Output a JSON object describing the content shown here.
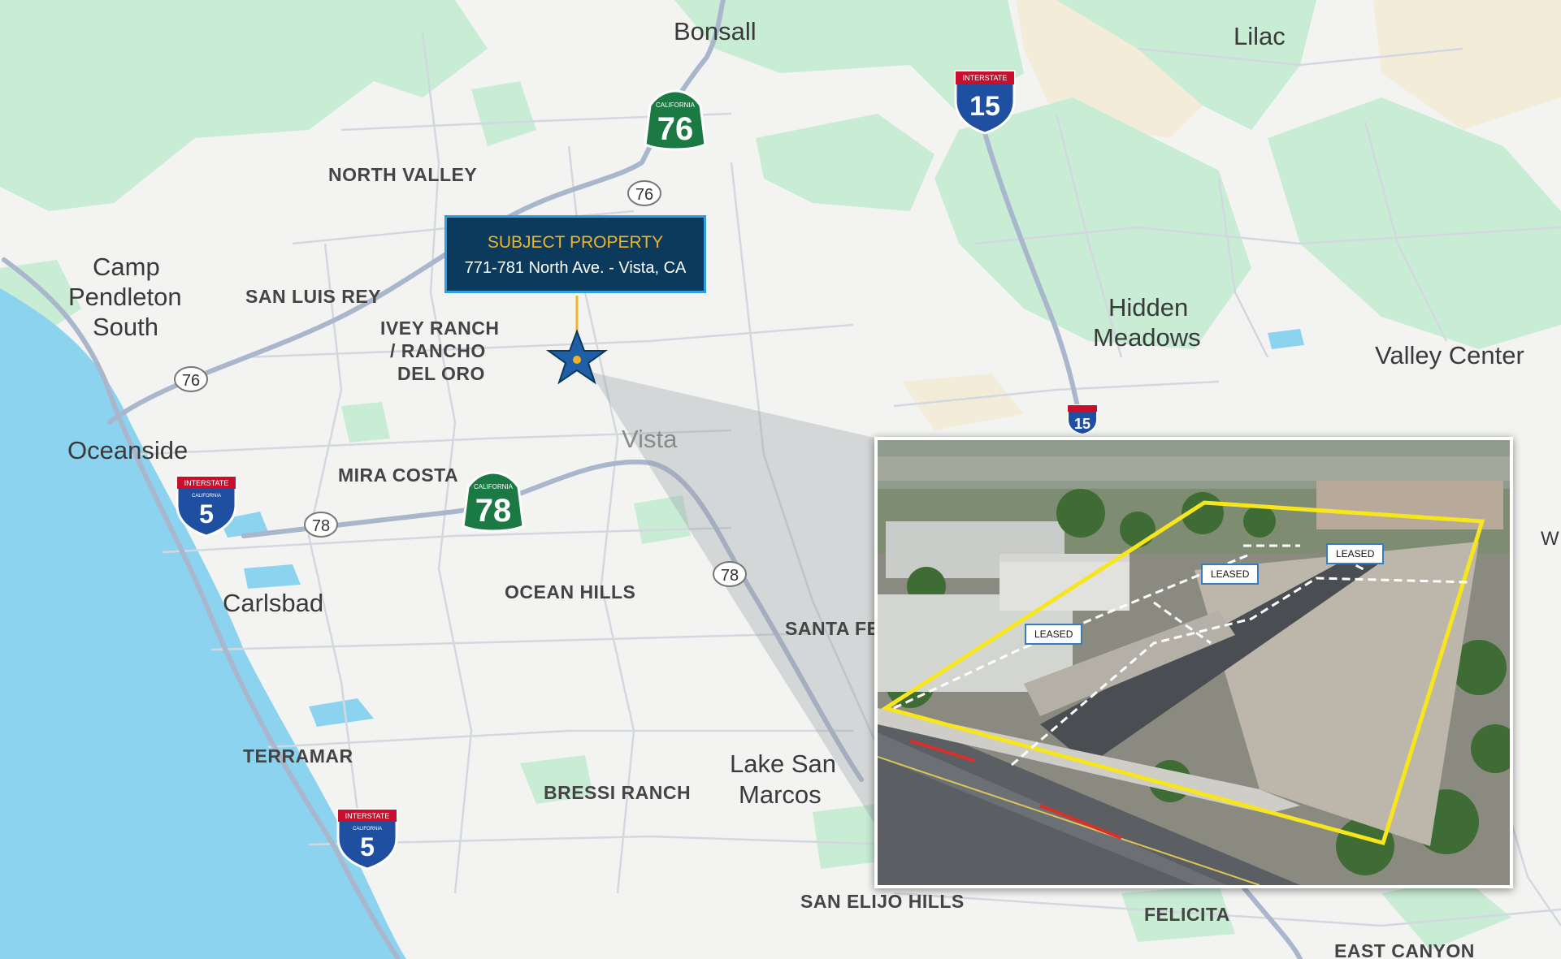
{
  "callout": {
    "title": "SUBJECT PROPERTY",
    "address": "771-781 North Ave. - Vista, CA"
  },
  "places": {
    "cities": {
      "bonsall": "Bonsall",
      "lilac": "Lilac",
      "camp_1": "Camp",
      "camp_2": "Pendleton",
      "camp_3": "South",
      "hidden_1": "Hidden",
      "hidden_2": "Meadows",
      "valley_center": "Valley Center",
      "oceanside": "Oceanside",
      "vista": "Vista",
      "carlsbad": "Carlsbad",
      "lake_1": "Lake San",
      "lake_2": "Marcos",
      "w_partial": "W"
    },
    "neighborhoods": {
      "north_valley": "NORTH VALLEY",
      "san_luis_rey": "SAN LUIS REY",
      "ivey_1": "IVEY RANCH",
      "ivey_2": "/ RANCHO",
      "ivey_3": "DEL ORO",
      "mira_costa": "MIRA COSTA",
      "ocean_hills": "OCEAN HILLS",
      "santa_fe": "SANTA FE",
      "terramar": "TERRAMAR",
      "bressi_ranch": "BRESSI RANCH",
      "san_elijo_hills": "SAN ELIJO HILLS",
      "felicita": "FELICITA",
      "east_canyon": "EAST CANYON"
    }
  },
  "shields": {
    "ca76_large": {
      "top": "CALIFORNIA",
      "num": "76"
    },
    "ca76_small": "76",
    "ca76_small_west": "76",
    "ca78_large": {
      "top": "CALIFORNIA",
      "num": "78"
    },
    "ca78_small_west": "78",
    "ca78_small_east": "78",
    "i15_large": {
      "top": "INTERSTATE",
      "num": "15"
    },
    "i15_small": "15",
    "i5_north": {
      "top": "INTERSTATE",
      "sub": "CALIFORNIA",
      "num": "5"
    },
    "i5_south": {
      "top": "INTERSTATE",
      "sub": "CALIFORNIA",
      "num": "5"
    }
  },
  "photo": {
    "tags": [
      "LEASED",
      "LEASED",
      "LEASED"
    ]
  },
  "colors": {
    "water": "#8cd3f0",
    "land": "#f3f4f2",
    "park": "#c8ecd4",
    "desert": "#f3ecd9",
    "road": "#c4cbd6",
    "highway": "#a9b6cc",
    "callout_bg": "#0b3a5c",
    "callout_border": "#2f9de0",
    "callout_title": "#f0b429",
    "parcel_outline": "#f7e51e",
    "star": "#1e5fa8"
  }
}
